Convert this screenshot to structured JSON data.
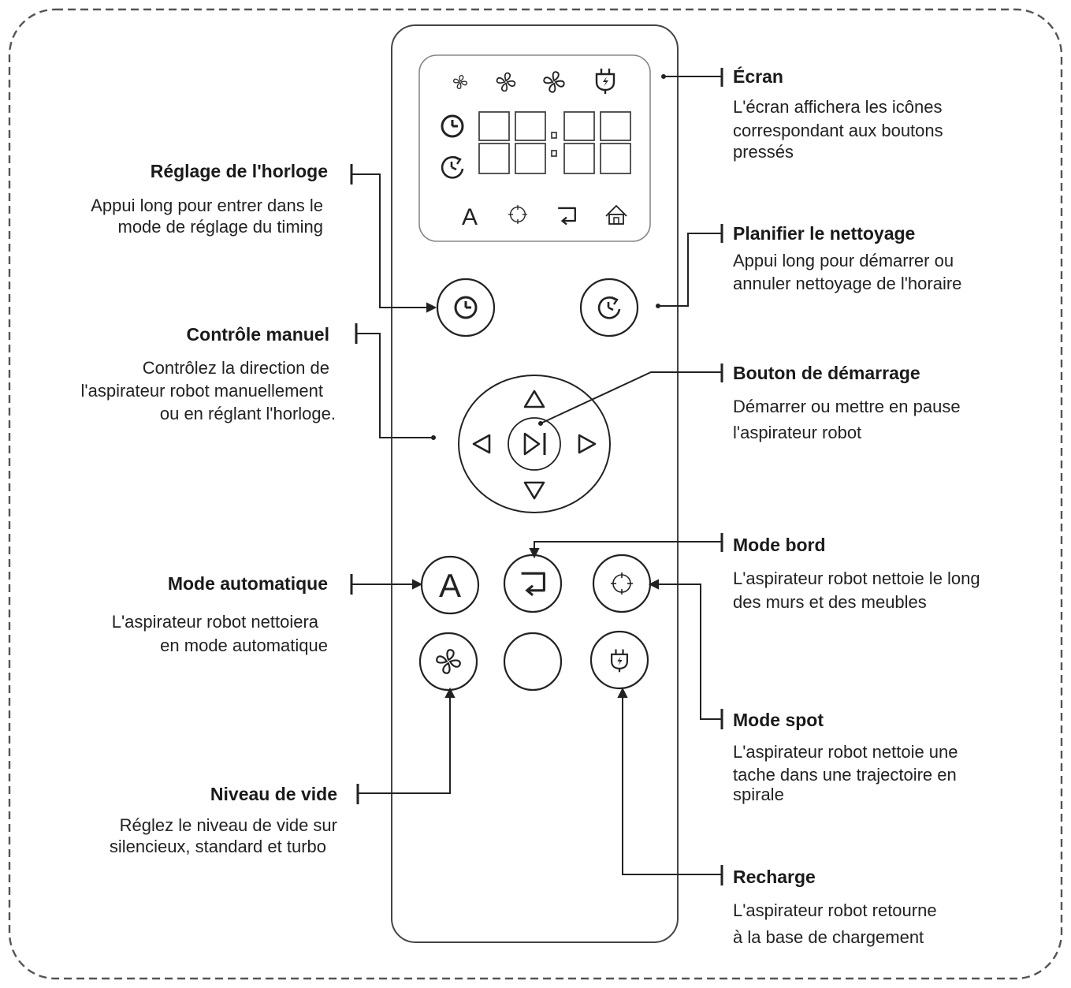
{
  "digits": "88:88",
  "display_letter": "A",
  "button_auto_letter": "A",
  "annotations": {
    "ecran": {
      "title": "Écran",
      "lines": [
        "L'écran affichera les icônes",
        "correspondant aux boutons",
        "pressés"
      ]
    },
    "horloge": {
      "title": "Réglage de l'horloge",
      "lines": [
        "Appui long pour entrer dans le",
        "mode de réglage du timing"
      ]
    },
    "planifier": {
      "title": "Planifier le nettoyage",
      "lines": [
        "Appui long pour démarrer ou",
        "annuler nettoyage de l'horaire"
      ]
    },
    "manuel": {
      "title": "Contrôle manuel",
      "lines": [
        "Contrôlez la direction de",
        "l'aspirateur robot manuellement",
        "ou en réglant l'horloge."
      ]
    },
    "demarrage": {
      "title": "Bouton de démarrage",
      "lines": [
        "Démarrer ou mettre en pause",
        "l'aspirateur robot"
      ]
    },
    "bord": {
      "title": "Mode bord",
      "lines": [
        "L'aspirateur robot nettoie le long",
        "des murs et des meubles"
      ]
    },
    "automatique": {
      "title": "Mode automatique",
      "lines": [
        "L'aspirateur robot nettoiera",
        "en mode automatique"
      ]
    },
    "spot": {
      "title": "Mode spot",
      "lines": [
        "L'aspirateur robot nettoie une",
        "tache dans une trajectoire en",
        "spirale"
      ]
    },
    "vide": {
      "title": "Niveau de vide",
      "lines": [
        "Réglez le niveau de vide sur",
        "silencieux, standard et turbo"
      ]
    },
    "recharge": {
      "title": "Recharge",
      "lines": [
        "L'aspirateur robot retourne",
        "à la base de chargement"
      ]
    }
  },
  "icons": {
    "display_row_top": [
      "fan-low-icon",
      "fan-medium-icon",
      "fan-high-icon",
      "charging-plug-icon"
    ],
    "display_row_bottom": [
      "auto-letter-icon",
      "spot-target-icon",
      "edge-return-icon",
      "home-base-icon"
    ],
    "display_left": [
      "clock-icon",
      "schedule-clock-icon"
    ],
    "buttons": [
      "clock-button",
      "schedule-button",
      "up-arrow-icon",
      "left-arrow-icon",
      "play-pause-icon",
      "right-arrow-icon",
      "down-arrow-icon",
      "auto-button",
      "edge-button",
      "spot-button",
      "fan-button",
      "blank-button",
      "recharge-button"
    ]
  },
  "colors": {
    "stroke": "#2a2a2a",
    "text": "#1a1a1a",
    "frame": "#555555"
  }
}
